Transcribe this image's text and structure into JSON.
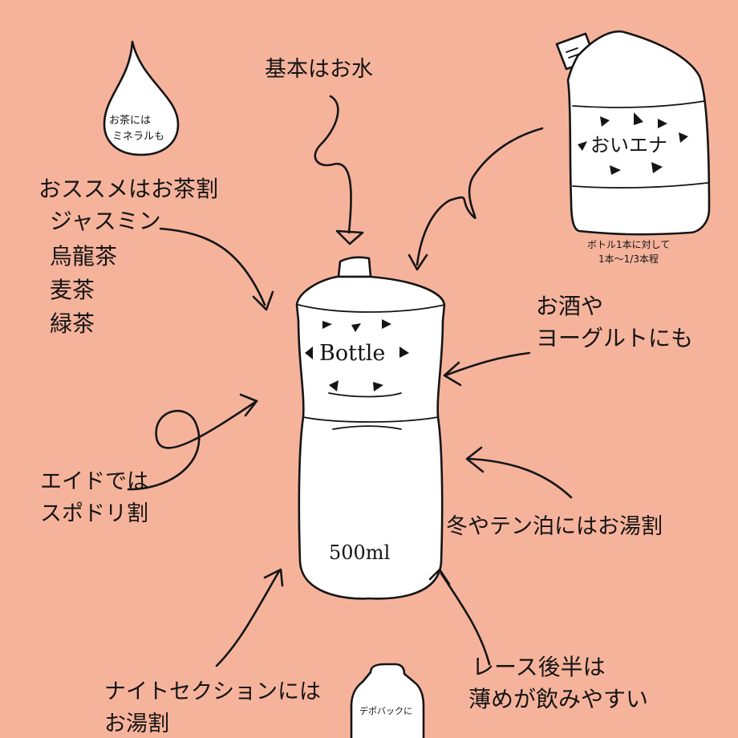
{
  "title": "基本はお水",
  "drop_note": [
    "お茶には",
    "ミネラルも"
  ],
  "tea": {
    "heading": "おススメはお茶割",
    "items": [
      "ジャスミン",
      "烏龍茶",
      "麦茶",
      "緑茶"
    ]
  },
  "pouch": {
    "label": "おいエナ",
    "note": [
      "ボトル1本に対して",
      "1本〜1/3本程"
    ]
  },
  "bottle": {
    "label": "Bottle",
    "volume": "500ml"
  },
  "alcohol": [
    "お酒や",
    "ヨーグルトにも"
  ],
  "aid": [
    "エイドでは",
    "スポドリ割"
  ],
  "winter": "冬やテン泊にはお湯割",
  "race": [
    "レース後半は",
    "薄めが飲みやすい"
  ],
  "night": [
    "ナイトセクションには",
    "お湯割"
  ],
  "depot_label": "デポバックに",
  "colors": {
    "background": "#F6B39C",
    "ink": "#151515",
    "paper": "#FFFFFF"
  }
}
